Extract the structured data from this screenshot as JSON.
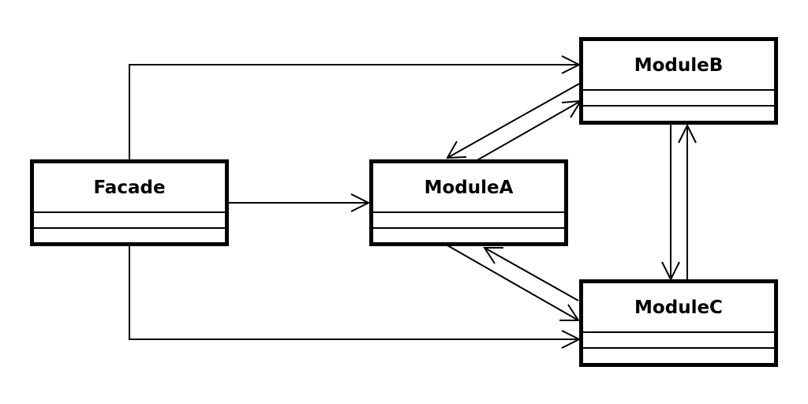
{
  "diagram": {
    "type": "uml-class-diagram",
    "classes": [
      {
        "id": "facade",
        "name": "Facade"
      },
      {
        "id": "moduleA",
        "name": "ModuleA"
      },
      {
        "id": "moduleB",
        "name": "ModuleB"
      },
      {
        "id": "moduleC",
        "name": "ModuleC"
      }
    ],
    "associations": [
      {
        "from": "Facade",
        "to": "ModuleA",
        "arrow": "open"
      },
      {
        "from": "Facade",
        "to": "ModuleB",
        "arrow": "open"
      },
      {
        "from": "Facade",
        "to": "ModuleC",
        "arrow": "open"
      },
      {
        "from": "ModuleA",
        "to": "ModuleB",
        "arrow": "open"
      },
      {
        "from": "ModuleB",
        "to": "ModuleA",
        "arrow": "open"
      },
      {
        "from": "ModuleA",
        "to": "ModuleC",
        "arrow": "open"
      },
      {
        "from": "ModuleC",
        "to": "ModuleA",
        "arrow": "open"
      },
      {
        "from": "ModuleB",
        "to": "ModuleC",
        "arrow": "open"
      },
      {
        "from": "ModuleC",
        "to": "ModuleB",
        "arrow": "open"
      }
    ],
    "colors": {
      "stroke": "#000000",
      "background": "#ffffff"
    }
  }
}
